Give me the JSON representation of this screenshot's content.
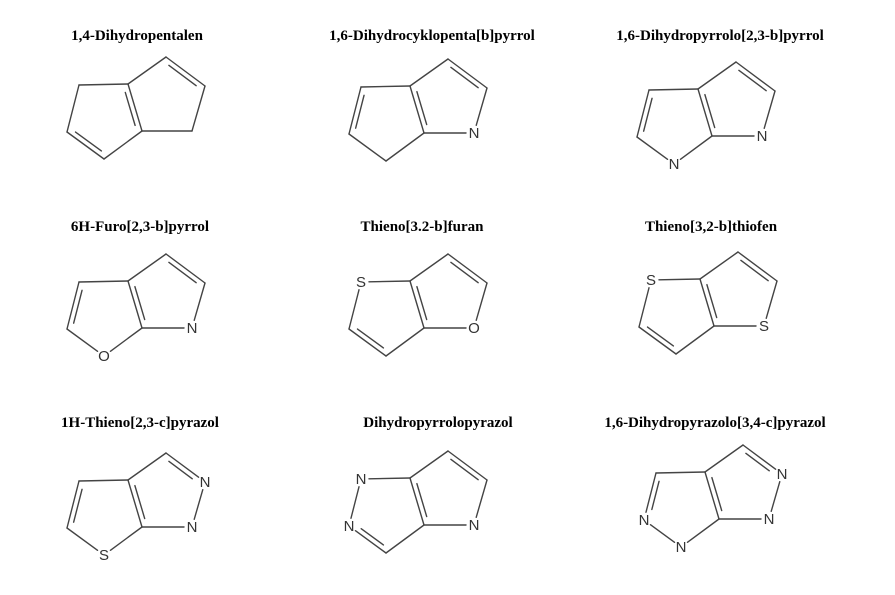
{
  "molecules": [
    {
      "name": "1,4-Dihydropentalen",
      "atoms": {},
      "double_bonds": [
        [
          "R1",
          "R2",
          "R"
        ],
        [
          "A",
          "B",
          "L"
        ],
        [
          "L2",
          "L3",
          "L"
        ]
      ]
    },
    {
      "name": "1,6-Dihydrocyklopenta[b]pyrrol",
      "atoms": {
        "R3": "N"
      },
      "double_bonds": [
        [
          "R1",
          "R2",
          "R"
        ],
        [
          "A",
          "B",
          "R"
        ],
        [
          "L1",
          "L2",
          "L"
        ]
      ]
    },
    {
      "name": "1,6-Dihydropyrrolo[2,3-b]pyrrol",
      "atoms": {
        "R3": "N",
        "L3": "N"
      },
      "double_bonds": [
        [
          "R1",
          "R2",
          "R"
        ],
        [
          "A",
          "B",
          "R"
        ],
        [
          "L1",
          "L2",
          "L"
        ]
      ]
    },
    {
      "name": "6H-Furo[2,3-b]pyrrol",
      "atoms": {
        "R3": "N",
        "L3": "O"
      },
      "double_bonds": [
        [
          "R1",
          "R2",
          "R"
        ],
        [
          "A",
          "B",
          "R"
        ],
        [
          "L1",
          "L2",
          "L"
        ]
      ]
    },
    {
      "name": "Thieno[3.2-b]furan",
      "atoms": {
        "L1": "S",
        "R3": "O"
      },
      "double_bonds": [
        [
          "R1",
          "R2",
          "R"
        ],
        [
          "A",
          "B",
          "R"
        ],
        [
          "L2",
          "L3",
          "L"
        ]
      ]
    },
    {
      "name": "Thieno[3,2-b]thiofen",
      "atoms": {
        "L1": "S",
        "R3": "S"
      },
      "double_bonds": [
        [
          "R1",
          "R2",
          "R"
        ],
        [
          "A",
          "B",
          "R"
        ],
        [
          "L2",
          "L3",
          "L"
        ]
      ]
    },
    {
      "name": "1H-Thieno[2,3-c]pyrazol",
      "atoms": {
        "R2": "N",
        "R3": "N",
        "L3": "S"
      },
      "double_bonds": [
        [
          "R1",
          "R2",
          "R"
        ],
        [
          "A",
          "B",
          "R"
        ],
        [
          "L1",
          "L2",
          "L"
        ]
      ]
    },
    {
      "name": "Dihydropyrrolopyrazol",
      "atoms": {
        "L1": "N",
        "L2": "N",
        "R3": "N"
      },
      "double_bonds": [
        [
          "R1",
          "R2",
          "R"
        ],
        [
          "A",
          "B",
          "R"
        ],
        [
          "L2",
          "L3",
          "L"
        ]
      ]
    },
    {
      "name": "1,6-Dihydropyrazolo[3,4-c]pyrazol",
      "atoms": {
        "R2": "N",
        "R3": "N",
        "L2": "N",
        "L3": "N"
      },
      "double_bonds": [
        [
          "R1",
          "R2",
          "R"
        ],
        [
          "A",
          "B",
          "R"
        ],
        [
          "L1",
          "L2",
          "L"
        ]
      ]
    }
  ]
}
